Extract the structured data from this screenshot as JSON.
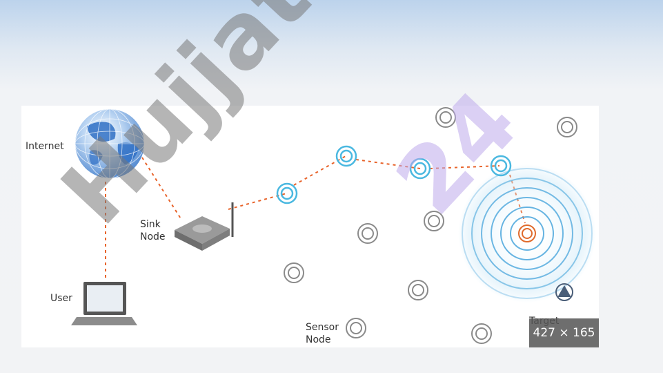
{
  "diagram": {
    "labels": {
      "internet": "Internet",
      "sink_node": "Sink\nNode",
      "user": "User",
      "sensor_node": "Sensor\nNode",
      "target": "Target"
    }
  },
  "watermark": {
    "text": "Hujjat",
    "number": "24"
  },
  "image_size_badge": "427 × 165",
  "colors": {
    "link_dotted": "#e8632a",
    "active_sensor": "#4ab8e0",
    "idle_sensor": "#8a8a8a",
    "target_ring": "#e06a2c",
    "radio_wave": "#4aa6dc",
    "globe": "#2e6ec4"
  }
}
